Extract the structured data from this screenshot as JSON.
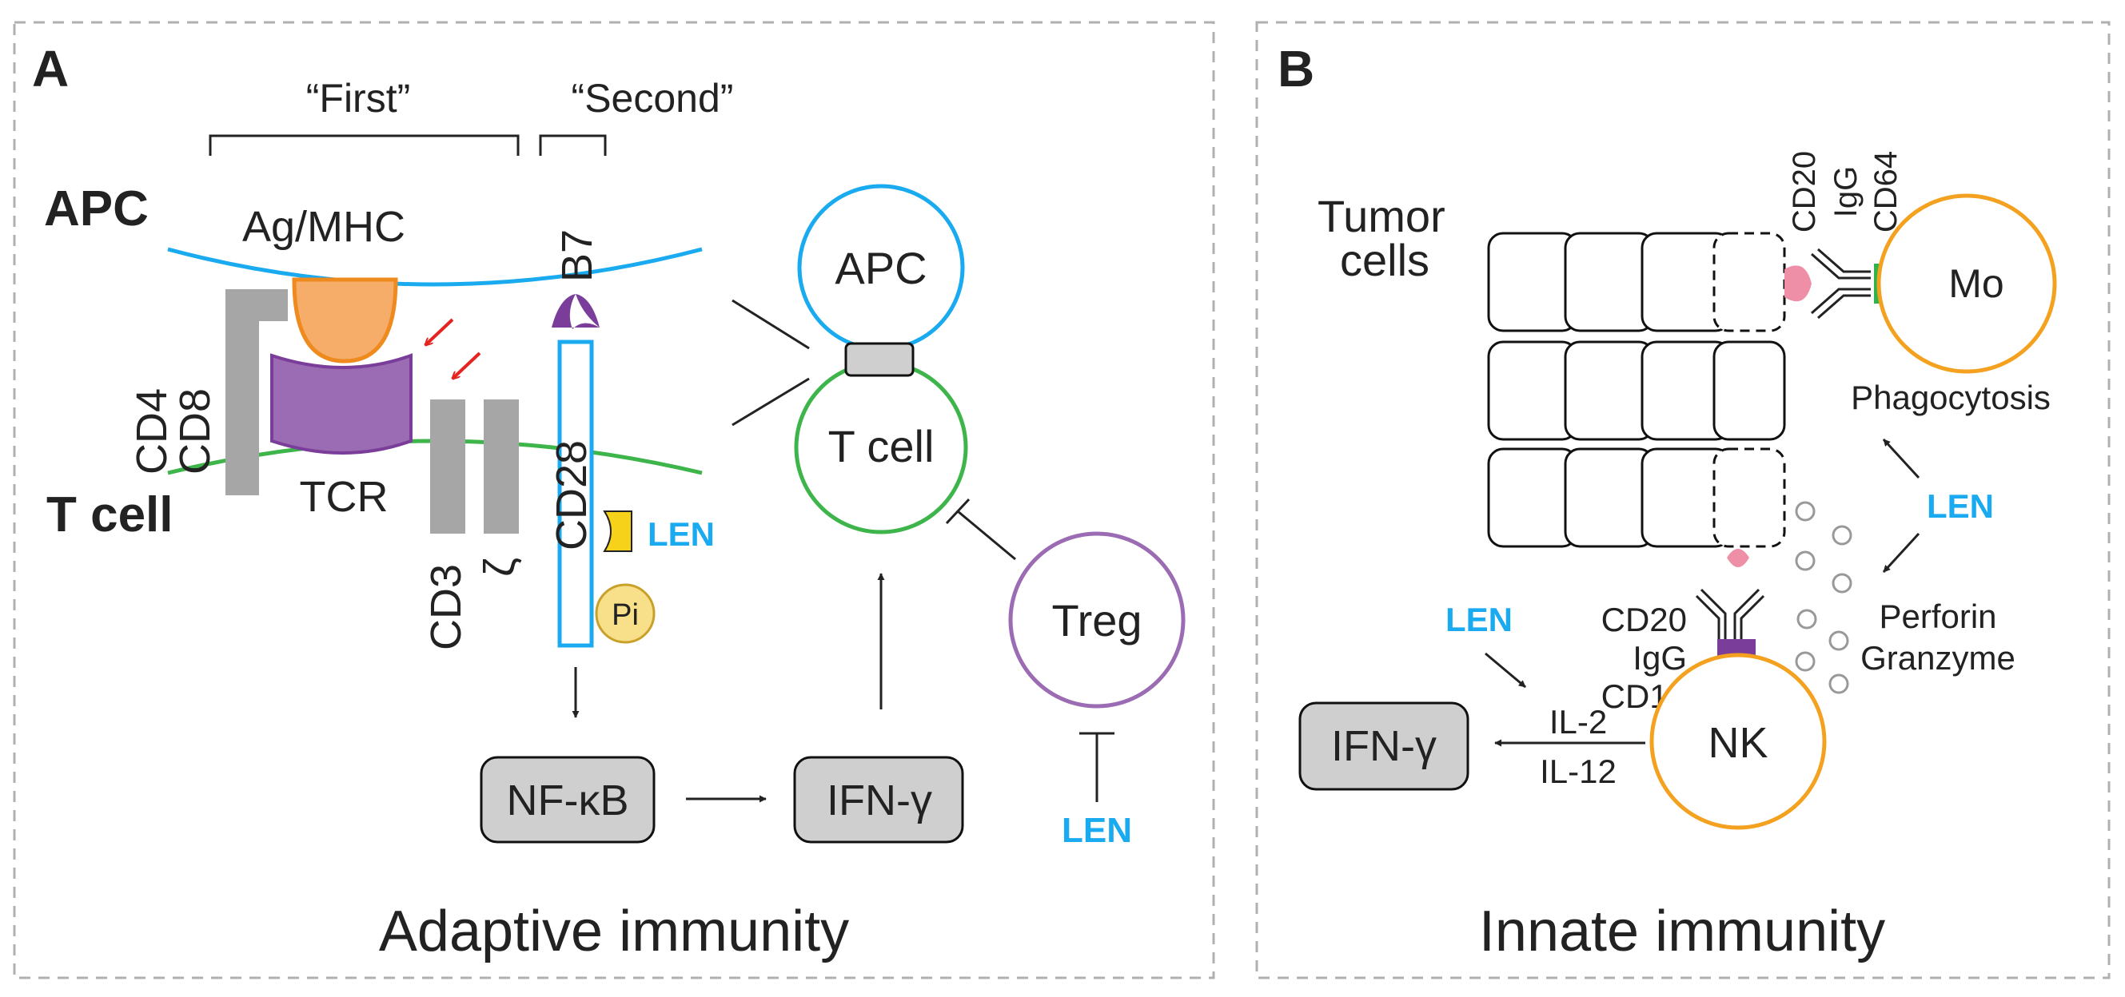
{
  "panel_a": {
    "letter": "A",
    "first_label": "“First”",
    "second_label": "“Second”",
    "apc_membrane_label": "APC",
    "t_cell_membrane_label": "T cell",
    "ag_mhc_label": "Ag/MHC",
    "b7_label": "B7",
    "cd4_label": "CD4",
    "cd8_label": "CD8",
    "tcr_label": "TCR",
    "cd3_label": "CD3",
    "zeta_label": "ζ",
    "cd28_label": "CD28",
    "len_label_cd28": "LEN",
    "pi_label": "Pi",
    "nfkb_label": "NF-κB",
    "ifn_label": "IFN-γ",
    "apc_circle_label": "APC",
    "t_cell_circle_label": "T cell",
    "treg_label": "Treg",
    "len_label_treg": "LEN",
    "footer": "Adaptive immunity"
  },
  "panel_b": {
    "letter": "B",
    "tumor_label_line1": "Tumor",
    "tumor_label_line2": "cells",
    "cd20_top": "CD20",
    "igg_top": "IgG",
    "cd64_label": "CD64",
    "mo_label": "Mo",
    "phagocytosis_label": "Phagocytosis",
    "len_label_center": "LEN",
    "cd20_bottom": "CD20",
    "igg_bottom": "IgG",
    "cd16_label": "CD16",
    "perforin_label": "Perforin",
    "granzyme_label": "Granzyme",
    "len_label_left": "LEN",
    "il2_label": "IL-2",
    "il12_label": "IL-12",
    "ifn_label": "IFN-γ",
    "nk_label": "NK",
    "footer": "Innate immunity"
  },
  "colors": {
    "apc_blue": "#1aaaf0",
    "t_cell_green": "#3db54a",
    "ag_orange": "#f7ad6a",
    "ag_stroke": "#ef8a1f",
    "tcr_purple": "#9b6bb3",
    "b7_purple": "#7a3d99",
    "cd_gray": "#a6a6a6",
    "len_yellow": "#f6d21a",
    "pi_yellow": "#f8e08a",
    "red_arrow": "#e52421",
    "treg_purple": "#9b6bb3",
    "cell_orange": "#f4a11f",
    "cd20_pink": "#ef8fa7",
    "cd64_green": "#2fb34a",
    "cd16_purple": "#7a3d99",
    "len_text": "#1aaaf0"
  }
}
